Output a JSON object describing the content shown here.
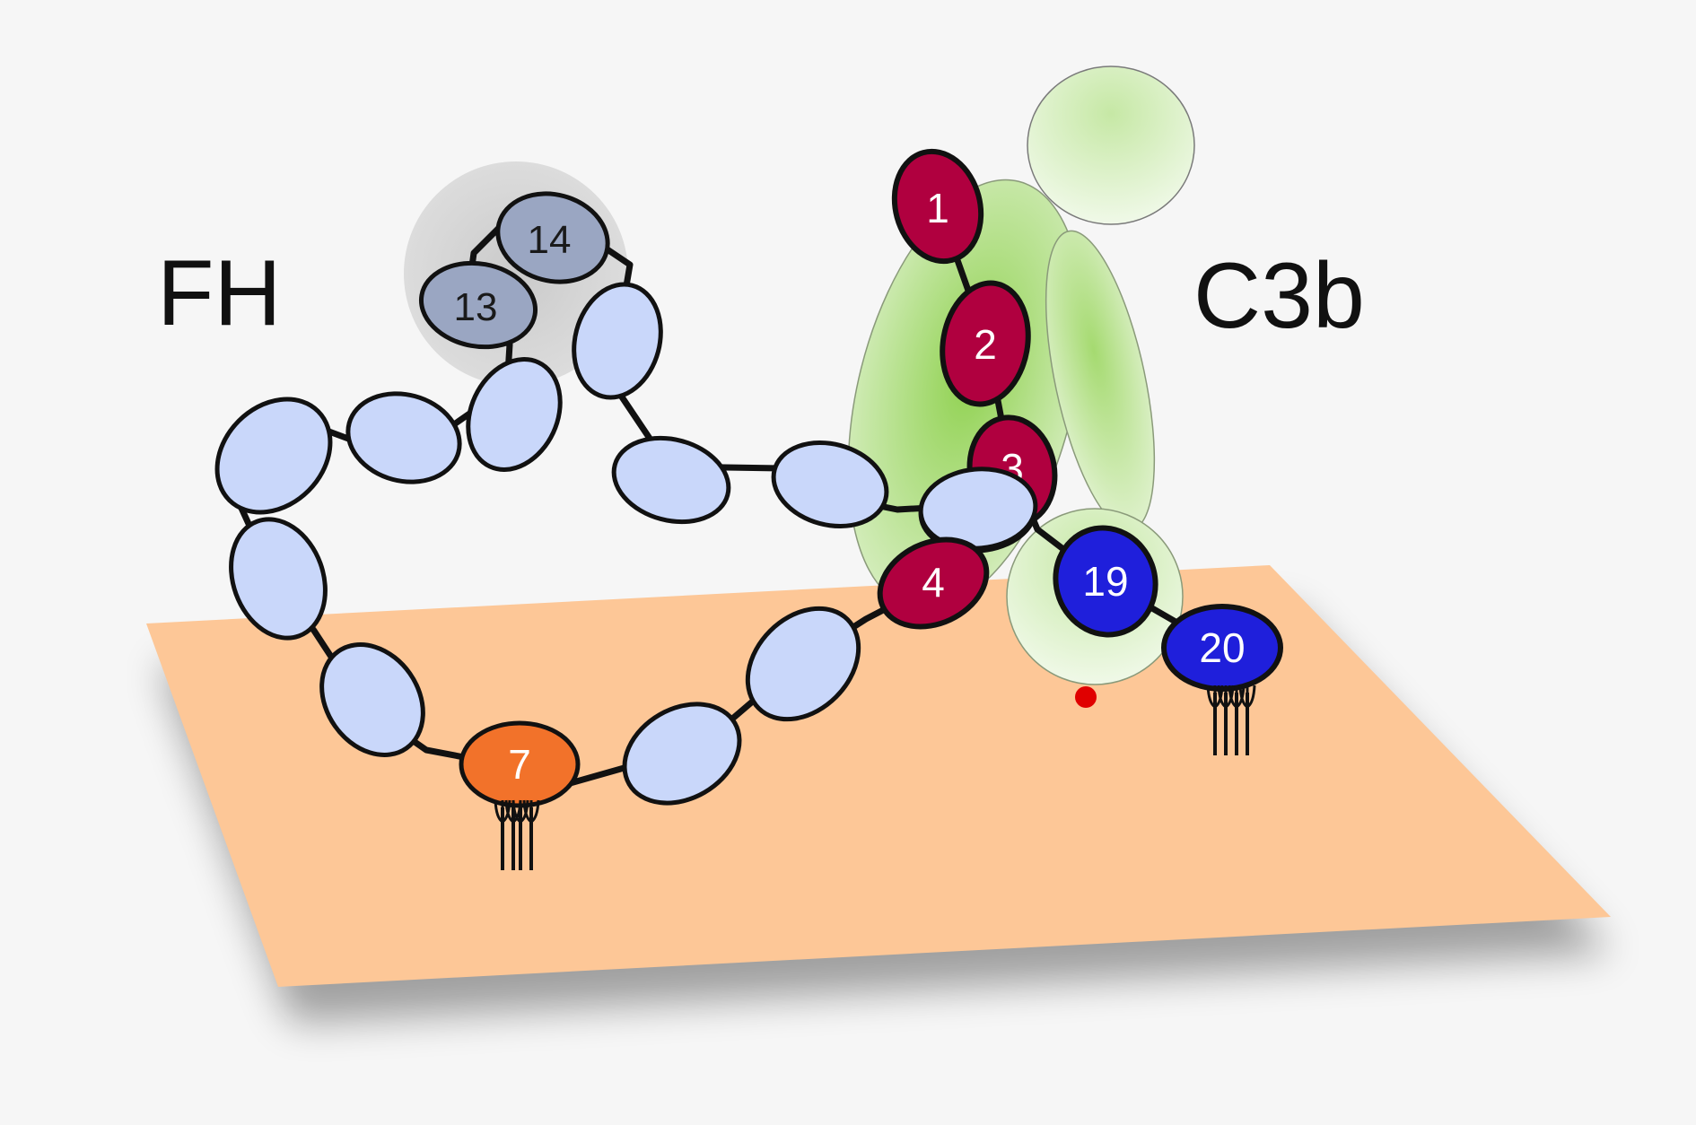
{
  "labels": {
    "fh": "FH",
    "c3b": "C3b"
  },
  "domains": {
    "d1": "1",
    "d2": "2",
    "d3": "3",
    "d4": "4",
    "d7": "7",
    "d13": "13",
    "d14": "14",
    "d19": "19",
    "d20": "20"
  },
  "colors": {
    "background": "#f6f6f6",
    "surface": "#fdc797",
    "ccp_generic": "#c9d7fa",
    "ccp_1_4": "#b0003f",
    "ccp_7": "#f2722a",
    "ccp_13_14": "#9aa6c2",
    "ccp_19_20": "#1f1fdb",
    "c3b_green": "#8fd14f",
    "reactive_site": "#e00000"
  },
  "icons": [
    "glycan-anchor-icon"
  ]
}
